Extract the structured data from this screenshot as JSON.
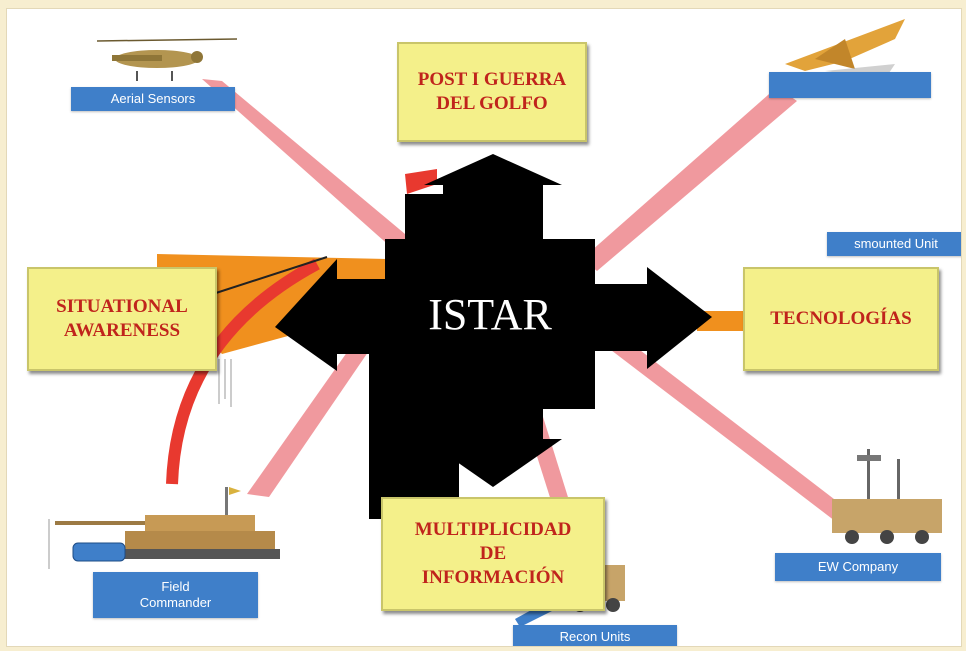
{
  "center": {
    "title": "ISTAR"
  },
  "topics": {
    "top": "POST I GUERRA\nDEL GOLFO",
    "left": "SITUATIONAL\nAWARENESS",
    "right": "TECNOLOGÍAS",
    "bottom": "MULTIPLICIDAD\nDE\nINFORMACIÓN"
  },
  "sensor_labels": {
    "aerial": "Aerial Sensors",
    "dismounted": "smounted Unit",
    "field_commander": "Field\nCommander",
    "recon": "Recon Units",
    "ew": "EW Company"
  },
  "colors": {
    "arrow": "#000000",
    "topic_fill": "#f4f08a",
    "topic_text": "#c0241c",
    "label_fill": "#3f7fc9",
    "link_pink": "#ee8e94",
    "link_orange": "#f0901e",
    "link_red": "#e8392f"
  },
  "icons": [
    "helicopter-icon",
    "fighter-jet-icon",
    "tank-icon",
    "radar-truck-icon",
    "recon-vehicle-icon"
  ]
}
